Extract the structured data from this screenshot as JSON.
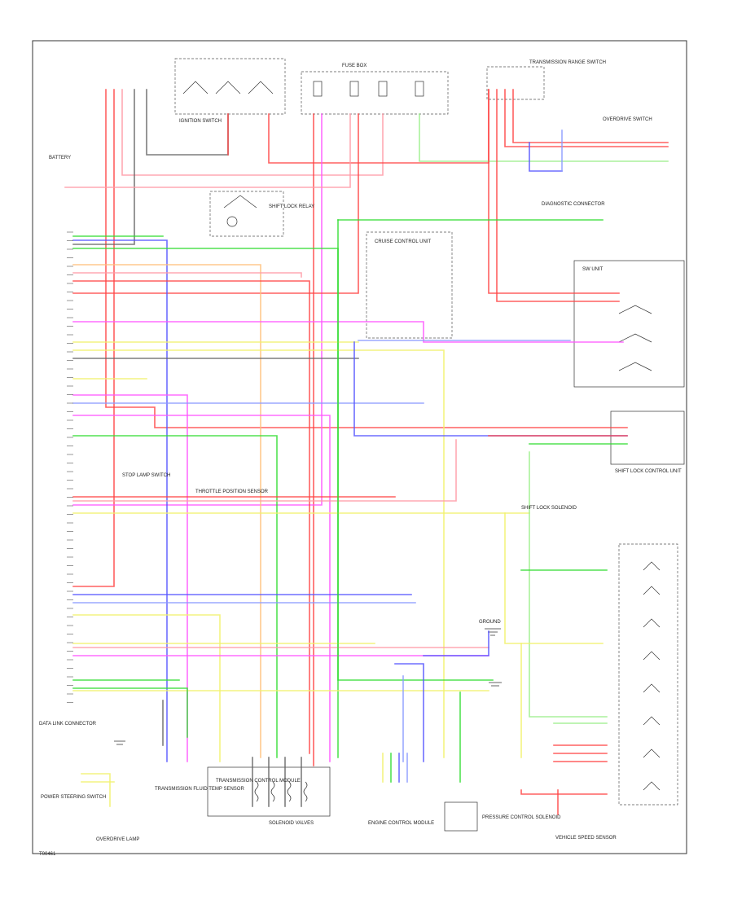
{
  "diagram": {
    "footer_code": "T00461",
    "colors": {
      "red": "#ff4444",
      "pink": "#ff9aa6",
      "green": "#33dd33",
      "lightgreen": "#9bef8a",
      "blue": "#5555ff",
      "lightblue": "#8a9aff",
      "yellow": "#f1f16a",
      "orange": "#ffc07a",
      "magenta": "#ff55ff",
      "gray": "#666666",
      "black": "#222222"
    },
    "labels": {
      "battery_box": "BATTERY",
      "ignition_switch": "IGNITION SWITCH",
      "fuse_box": "FUSE BOX",
      "trans_range_sw": "TRANSMISSION RANGE SWITCH",
      "overdrive_sw": "OVERDRIVE SWITCH",
      "diag_connector": "DIAGNOSTIC CONNECTOR",
      "sw_unit": "SW UNIT",
      "shift_lock_unit": "SHIFT LOCK CONTROL UNIT",
      "shift_lock_solenoid": "SHIFT LOCK SOLENOID",
      "shift_lock_relay": "SHIFT LOCK RELAY",
      "tcm": "TRANSMISSION CONTROL MODULE",
      "ecm": "ENGINE CONTROL MODULE",
      "speed_sensor": "VEHICLE SPEED SENSOR",
      "trans_fluid_temp": "TRANSMISSION FLUID TEMP SENSOR",
      "solenoids": "SOLENOID VALVES",
      "pressure_control": "PRESSURE CONTROL SOLENOID",
      "ground": "GROUND",
      "cruise_ctrl": "CRUISE CONTROL UNIT",
      "data_link": "DATA LINK CONNECTOR",
      "throttle_sensor": "THROTTLE POSITION SENSOR",
      "stop_lamp": "STOP LAMP SWITCH",
      "power_steering": "POWER STEERING SWITCH",
      "overdrive_lamp": "OVERDRIVE LAMP"
    }
  }
}
